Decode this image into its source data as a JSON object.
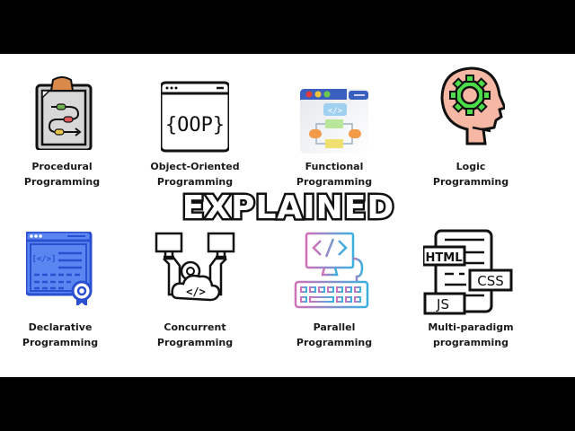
{
  "title": "EXPLAINED",
  "items": [
    {
      "line1": "Procedural",
      "line2": "Programming",
      "icon": "clipboard-flow-icon"
    },
    {
      "line1": "Object-Oriented",
      "line2": "Programming",
      "icon": "oop-window-icon",
      "icon_text": "{OOP}"
    },
    {
      "line1": "Functional",
      "line2": "Programming",
      "icon": "browser-flowchart-icon"
    },
    {
      "line1": "Logic",
      "line2": "Programming",
      "icon": "head-gear-icon"
    },
    {
      "line1": "Declarative",
      "line2": "Programming",
      "icon": "code-certificate-icon"
    },
    {
      "line1": "Concurrent",
      "line2": "Programming",
      "icon": "computers-cloud-code-icon"
    },
    {
      "line1": "Parallel",
      "line2": "Programming",
      "icon": "computer-keyboard-icon"
    },
    {
      "line1": "Multi-paradigm",
      "line2": "programming",
      "icon": "html-css-js-document-icon",
      "tags": [
        "HTML",
        "CSS",
        "JS"
      ]
    }
  ],
  "colors": {
    "background": "#ffffff",
    "letterbox": "#000000",
    "text": "#1a1a1a",
    "declarative_blue": "#3d6ee8",
    "logic_skin": "#f6b8a4",
    "logic_gear": "#4ddc4a",
    "procedural_clip": "#d9894a"
  }
}
